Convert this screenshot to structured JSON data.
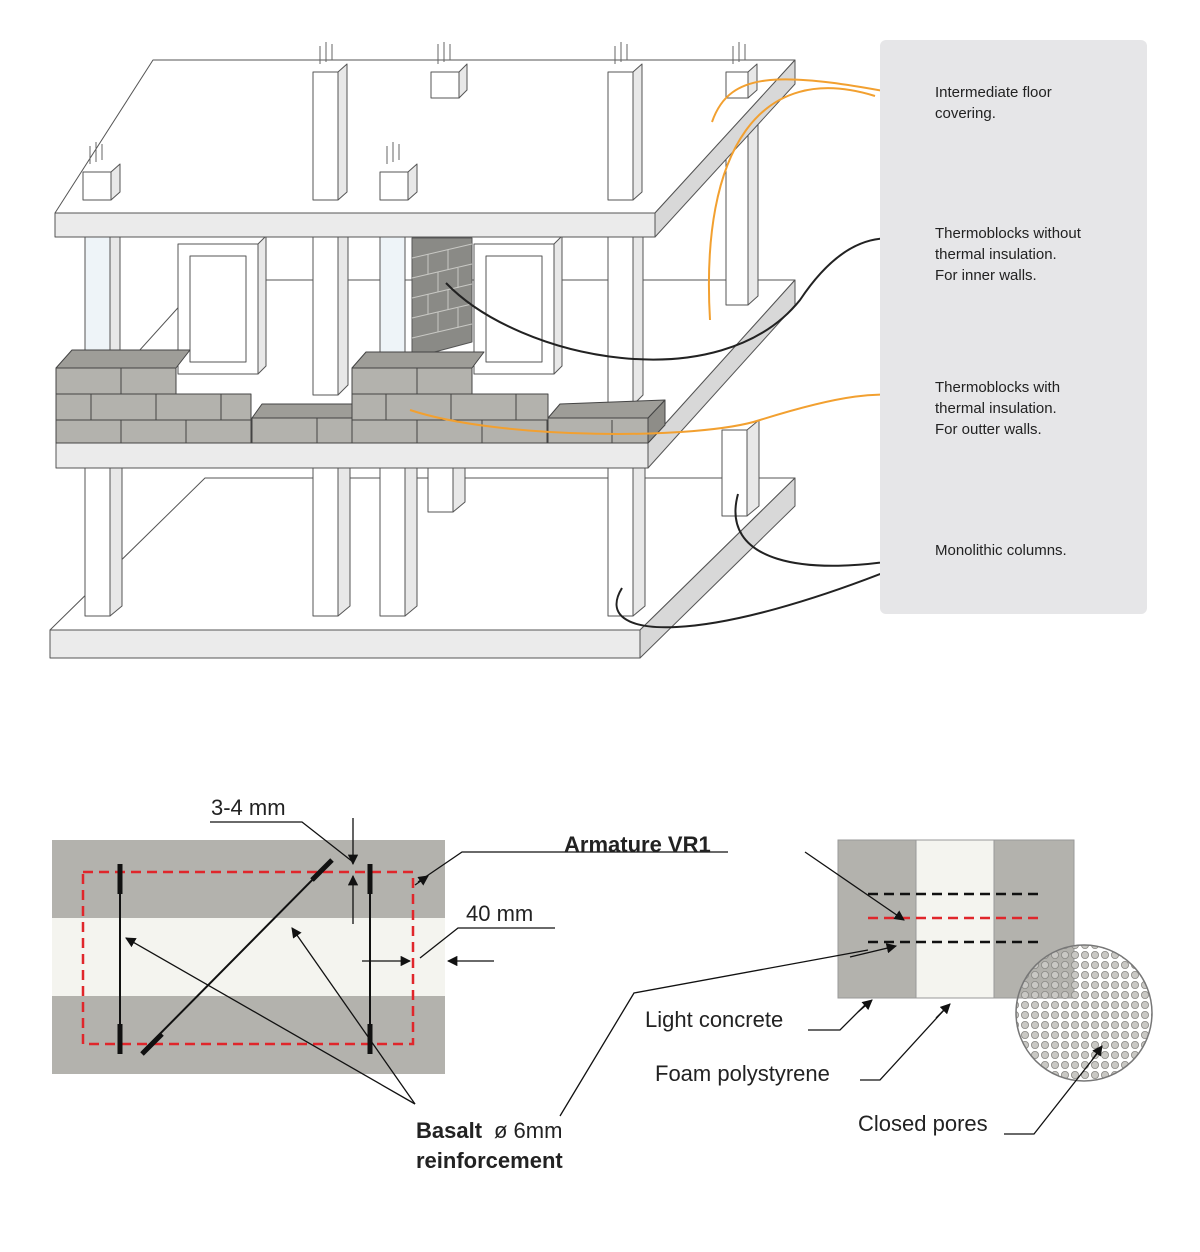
{
  "legend": {
    "floor_covering": "Intermediate floor\ncovering.",
    "inner_blocks": "Thermoblocks without\nthermal insulation.\nFor inner walls.",
    "outer_blocks": "Thermoblocks with\nthermal insulation.\nFor outter walls.",
    "columns": "Monolithic columns."
  },
  "section_left": {
    "gap_label": "3-4 mm",
    "cover_label": "40 mm",
    "armature_label": "Armature VR1",
    "basalt_bold": "Basalt",
    "diameter": "ø 6mm",
    "reinforcement": "reinforcement"
  },
  "section_right": {
    "light_concrete": "Light concrete",
    "foam": "Foam polystyrene",
    "pores": "Closed pores"
  },
  "colors": {
    "concrete": "#b3b2ad",
    "insulation": "#f4f4ef",
    "rebar_red": "#e0262b",
    "leader_orange": "#f2a030",
    "legend_bg": "#e6e6e8"
  }
}
